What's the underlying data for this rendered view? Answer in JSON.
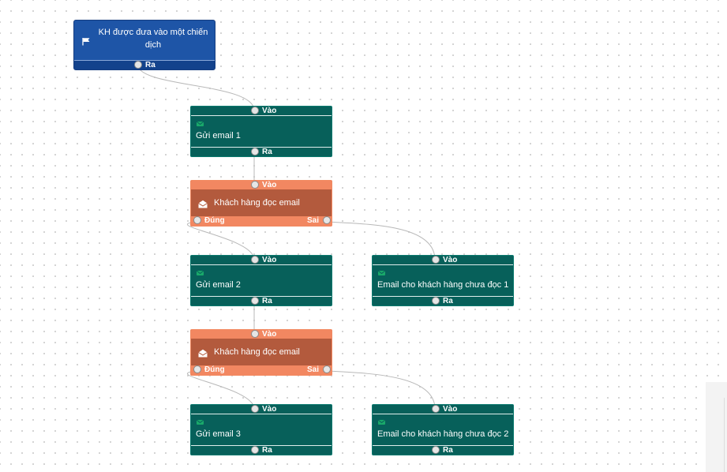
{
  "trigger": {
    "title": "KH được đưa vào một chiến dịch",
    "out_label": "Ra",
    "icon": "flag-icon"
  },
  "labels": {
    "in": "Vào",
    "out": "Ra",
    "true": "Đúng",
    "false": "Sai"
  },
  "nodes": {
    "email1": {
      "title": "Gửi email 1",
      "icon": "mail-icon"
    },
    "cond1": {
      "title": "Khách hàng đọc email",
      "icon": "open-envelope-icon"
    },
    "email2": {
      "title": "Gửi email 2",
      "icon": "mail-icon"
    },
    "unread1": {
      "title": "Email cho khách hàng chưa đọc 1",
      "icon": "mail-icon"
    },
    "cond2": {
      "title": "Khách hàng đọc email",
      "icon": "open-envelope-icon"
    },
    "email3": {
      "title": "Gửi email 3",
      "icon": "mail-icon"
    },
    "unread2": {
      "title": "Email cho khách hàng chưa đọc 2",
      "icon": "mail-icon"
    }
  },
  "colors": {
    "trigger": "#1e55a7",
    "email": "#07605a",
    "condition": "#b35a3d",
    "condition_ports": "#f28761",
    "wire": "#b8b8b8"
  }
}
